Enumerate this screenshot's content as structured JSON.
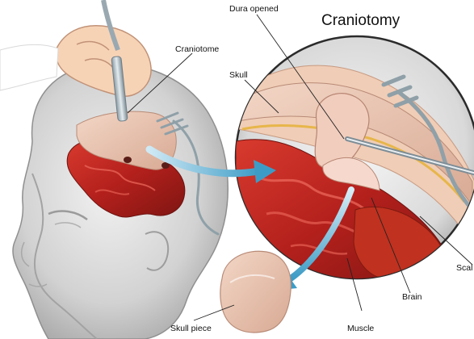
{
  "title": "Craniotomy",
  "labels": {
    "dura_opened": "Dura opened",
    "craniotome": "Craniotome",
    "skull": "Skull",
    "scalp": "Scal",
    "brain": "Brain",
    "muscle": "Muscle",
    "skull_piece": "Skull piece"
  },
  "colors": {
    "bone": "#e7c4b2",
    "brain": "#b3201c",
    "arrow": "#5aaed0",
    "head": "#c8c8c8"
  }
}
